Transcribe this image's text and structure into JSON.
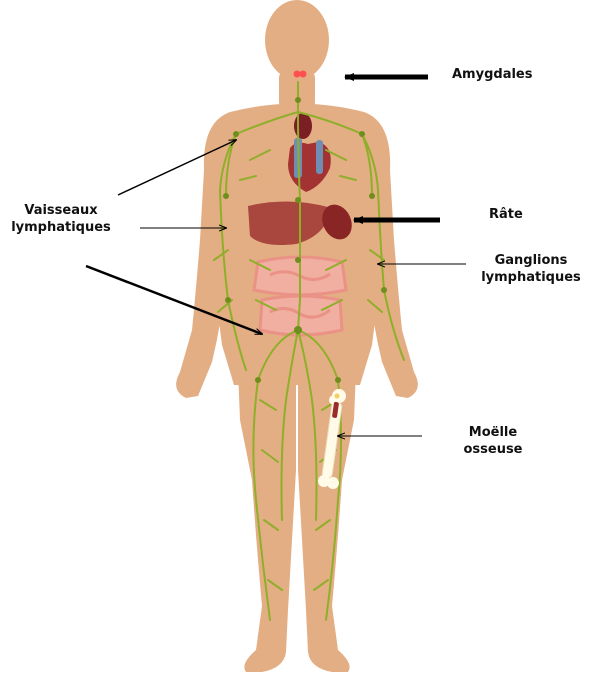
{
  "colors": {
    "skin": "#e4ae84",
    "skin_shadow": "#d89c70",
    "lymph": "#8fae2a",
    "lymph_dark": "#6e8f1c",
    "organ_red": "#9b2c2c",
    "liver": "#a9463e",
    "intestine": "#f0a39a",
    "vein_blue": "#6e8fb3",
    "arrow": "#000000",
    "tonsil": "#ff4f4f",
    "bone": "#fffbe8"
  },
  "icons": [
    "human-body-illustration",
    "heart-icon",
    "liver-icon",
    "spleen-icon",
    "intestines-icon",
    "femur-bone-icon",
    "tonsils-icon"
  ],
  "labels": {
    "amygdales": "Amygdales",
    "rate": "Râte",
    "vaisseaux_line1": "Vaisseaux",
    "vaisseaux_line2": "lymphatiques",
    "ganglions_line1": "Ganglions",
    "ganglions_line2": "lymphatiques",
    "moelle_line1": "Moëlle",
    "moelle_line2": "osseuse"
  }
}
